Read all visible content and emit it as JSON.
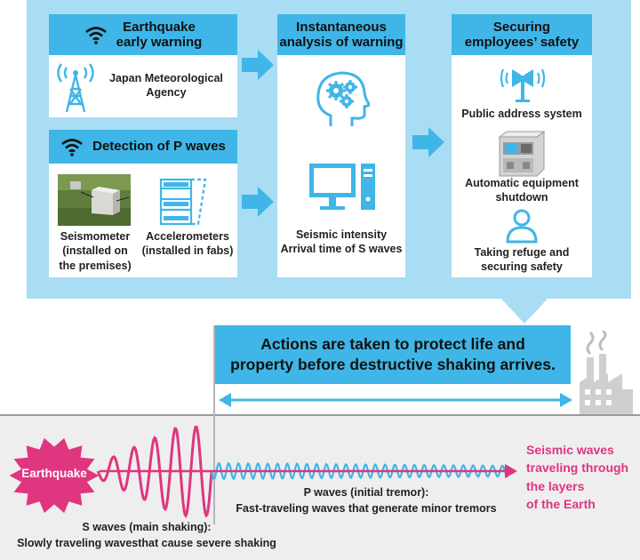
{
  "warning_box": {
    "title_line1": "Earthquake",
    "title_line2": "early warning",
    "source_line1": "Japan Meteorological",
    "source_line2": "Agency"
  },
  "detection_box": {
    "title": "Detection of P waves",
    "seismometer_line1": "Seismometer",
    "seismometer_line2": "(installed on",
    "seismometer_line3": "the premises)",
    "accelerometer_line1": "Accelerometers",
    "accelerometer_line2": "(installed in fabs)"
  },
  "analysis_box": {
    "title_line1": "Instantaneous",
    "title_line2": "analysis of warning",
    "line1": "Seismic intensity",
    "line2": "Arrival time of S waves"
  },
  "safety_box": {
    "title_line1": "Securing",
    "title_line2": "employees’ safety",
    "pa": "Public address system",
    "shutdown_line1": "Automatic equipment",
    "shutdown_line2": "shutdown",
    "refuge_line1": "Taking refuge and",
    "refuge_line2": "securing safety"
  },
  "banner": {
    "line1": "Actions are taken to protect life and",
    "line2": "property before destructive shaking arrives."
  },
  "quake": {
    "label": "Earthquake",
    "s_line1": "S waves (main shaking):",
    "s_line2": "Slowly traveling wavesthat cause severe shaking",
    "p_line1": "P waves (initial tremor):",
    "p_line2": "Fast-traveling waves that generate minor tremors",
    "earth_line1": "Seismic waves",
    "earth_line2": "traveling through",
    "earth_line3": "the layers",
    "earth_line4": "of the Earth"
  },
  "colors": {
    "panel": "#a9ddf3",
    "accent": "#3fb6e7",
    "wave_s": "#e0357f",
    "wave_p": "#3fb6e7"
  },
  "icons": [
    "wifi-icon",
    "antenna-tower-icon",
    "head-gears-icon",
    "computer-icon",
    "speaker-icon",
    "equipment-icon",
    "person-icon",
    "factory-icon",
    "starburst-icon"
  ]
}
